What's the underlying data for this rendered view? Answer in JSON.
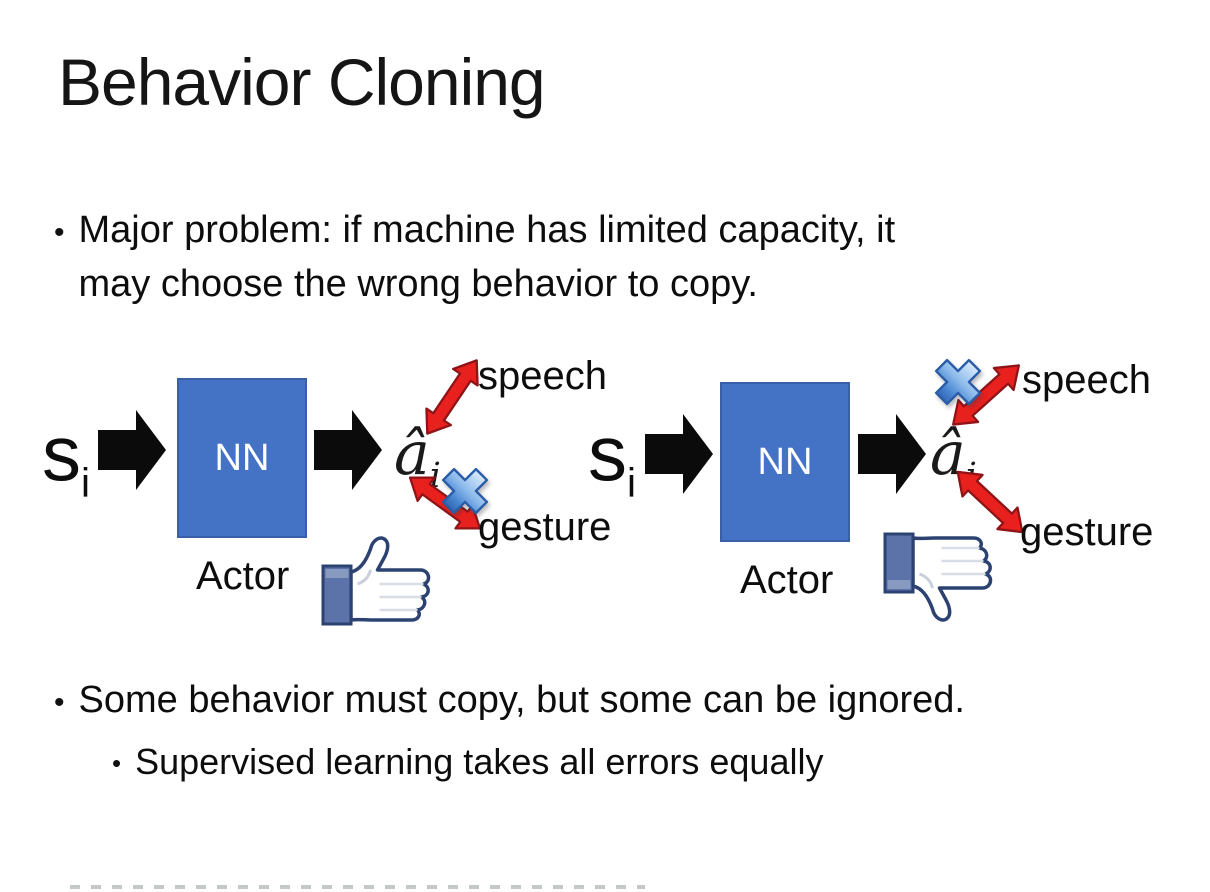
{
  "slide": {
    "title": "Behavior Cloning",
    "bullet_char": "•",
    "bullet1": "Major problem: if machine has limited capacity, it may choose the wrong behavior to copy.",
    "bullet2": "Some behavior must copy, but some can be ignored.",
    "bullet2_sub": "Supervised learning takes all errors equally"
  },
  "diagrams": {
    "left": {
      "input": "s",
      "input_sub": "i",
      "network": "NN",
      "network_caption": "Actor",
      "output": "â",
      "output_sub": "i",
      "action_top": "speech",
      "action_bottom": "gesture",
      "rejected_action": "gesture",
      "feedback_icon": "thumbs-up"
    },
    "right": {
      "input": "s",
      "input_sub": "i",
      "network": "NN",
      "network_caption": "Actor",
      "output": "â",
      "output_sub": "i",
      "action_top": "speech",
      "action_bottom": "gesture",
      "rejected_action": "speech",
      "feedback_icon": "thumbs-down"
    }
  },
  "colors": {
    "network_box": "#4472C4",
    "network_border": "#3A5FA8",
    "arrow_black": "#0b0b0b",
    "arrow_red": "#E8201E",
    "arrow_red_dark": "#8F1418",
    "cross_blue": "#4E8AD4",
    "cross_outline": "#2A5CA8",
    "thumb_navy": "#2C4270",
    "thumb_sleeve": "#5C73A9",
    "text": "#111111"
  }
}
